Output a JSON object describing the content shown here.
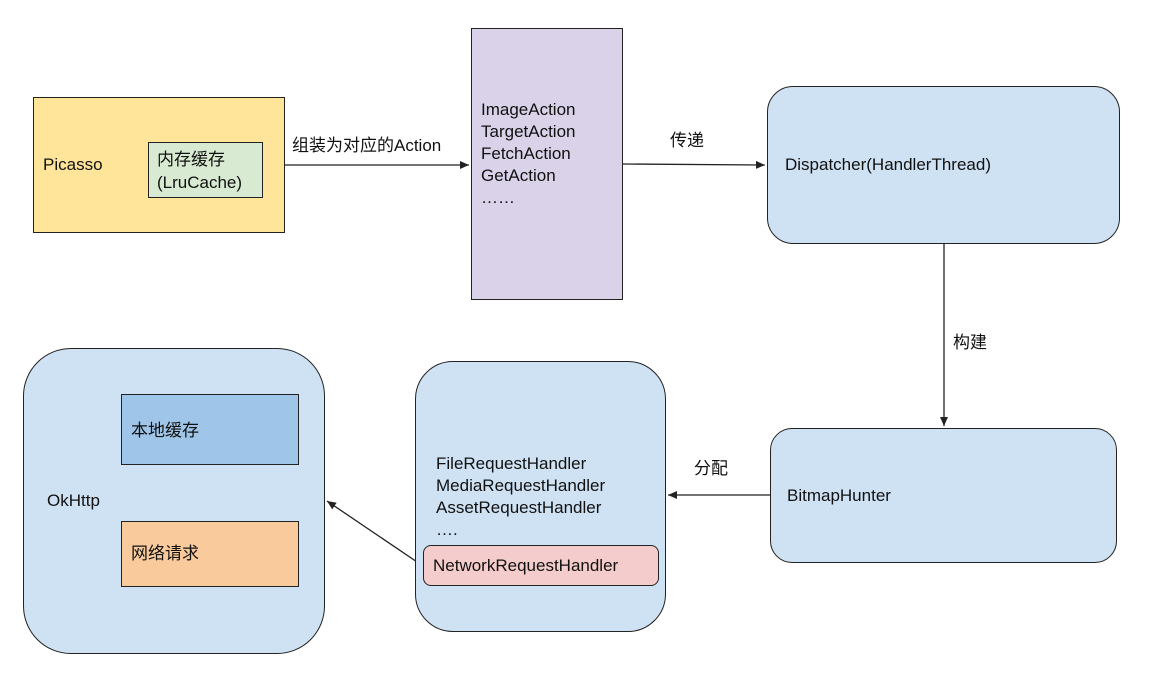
{
  "nodes": {
    "picasso": "Picasso",
    "memory_cache": [
      "内存缓存",
      "(LruCache)"
    ],
    "actions": [
      "ImageAction",
      "TargetAction",
      "FetchAction",
      "GetAction",
      "……"
    ],
    "dispatcher": "Dispatcher(HandlerThread)",
    "bitmap_hunter": "BitmapHunter",
    "request_handlers": [
      "FileRequestHandler",
      "MediaRequestHandler",
      "AssetRequestHandler",
      "…."
    ],
    "network_request_handler": "NetworkRequestHandler",
    "okhttp": "OkHttp",
    "local_cache": "本地缓存",
    "network_request": "网络请求"
  },
  "edges": {
    "picasso_to_action": "组装为对应的Action",
    "action_to_dispatcher": "传递",
    "dispatcher_to_hunter": "构建",
    "hunter_to_handlers": "分配"
  }
}
